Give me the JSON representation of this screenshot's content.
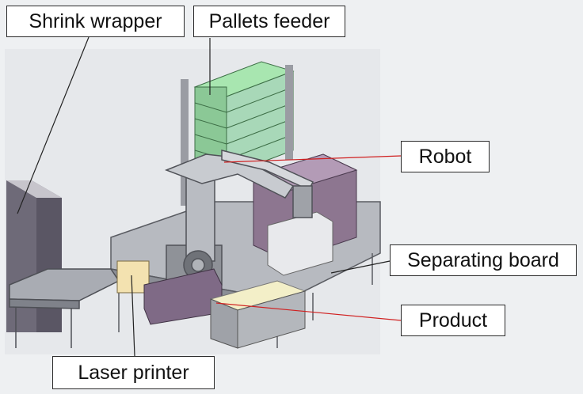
{
  "labels": {
    "shrink_wrapper": "Shrink wrapper",
    "pallets_feeder": "Pallets feeder",
    "robot": "Robot",
    "separating_board": "Separating board",
    "product": "Product",
    "laser_printer": "Laser printer"
  },
  "colors": {
    "background": "#eef0f2",
    "canvas": "#e9ebee",
    "wrapper_body": "#6b6775",
    "pallet_green": "#a8e6b0",
    "frame_grey": "#9a9ca3",
    "robot_grey": "#b9bcc2",
    "product_purple": "#8a6f8e",
    "board_cream": "#f3efc8",
    "leader_black": "#222222",
    "leader_red": "#d02020"
  }
}
